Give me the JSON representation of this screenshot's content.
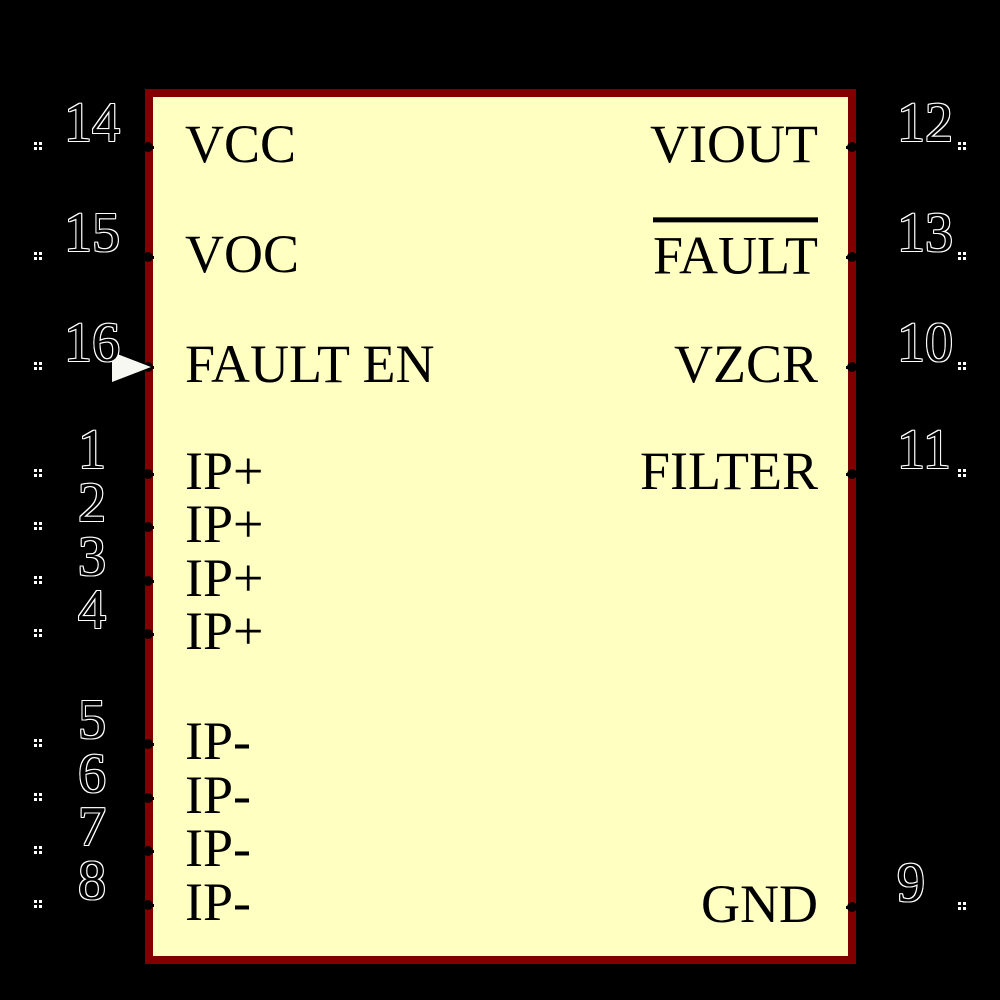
{
  "component": {
    "kind": "IC schematic symbol",
    "colors": {
      "background": "#000000",
      "body_fill": "#FFFFC2",
      "body_border": "#800000",
      "label_text": "#000000",
      "pin_number_outline": "#FFFFFF"
    }
  },
  "pins": {
    "left": [
      {
        "number": "14",
        "label": "VCC"
      },
      {
        "number": "15",
        "label": "VOC"
      },
      {
        "number": "16",
        "label": "FAULT EN",
        "input_arrow": true
      },
      {
        "number": "1",
        "label": "IP+"
      },
      {
        "number": "2",
        "label": "IP+"
      },
      {
        "number": "3",
        "label": "IP+"
      },
      {
        "number": "4",
        "label": "IP+"
      },
      {
        "number": "5",
        "label": "IP-"
      },
      {
        "number": "6",
        "label": "IP-"
      },
      {
        "number": "7",
        "label": "IP-"
      },
      {
        "number": "8",
        "label": "IP-"
      }
    ],
    "right": [
      {
        "number": "12",
        "label": "VIOUT"
      },
      {
        "number": "13",
        "label": "FAULT",
        "overline": true
      },
      {
        "number": "10",
        "label": "VZCR"
      },
      {
        "number": "11",
        "label": "FILTER"
      },
      {
        "number": "9",
        "label": "GND"
      }
    ]
  }
}
